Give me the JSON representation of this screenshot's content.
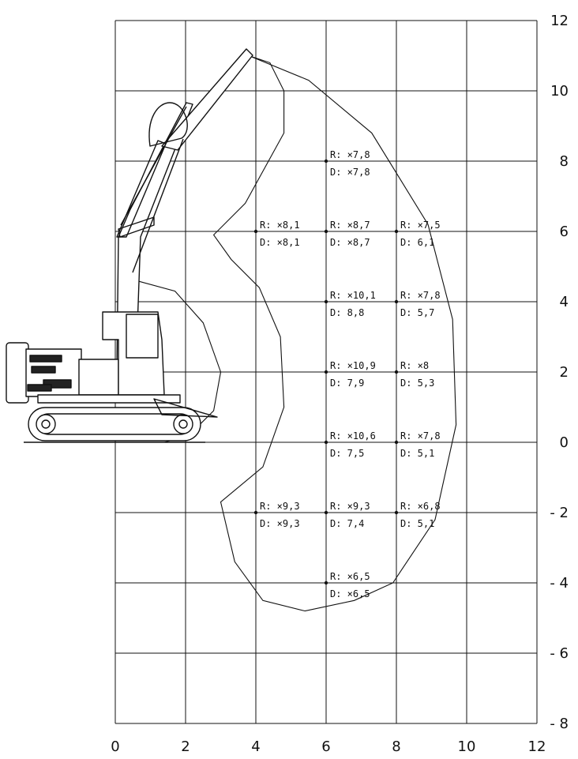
{
  "chart_data": {
    "type": "scatter",
    "title": "",
    "xlabel": "",
    "ylabel": "",
    "xlim": [
      0,
      12
    ],
    "ylim": [
      -8,
      12
    ],
    "x_ticks": [
      "0",
      "2",
      "4",
      "6",
      "8",
      "10",
      "12"
    ],
    "y_ticks": [
      "12",
      "10",
      "8",
      "6",
      "4",
      "2",
      "0",
      "- 2",
      "- 4",
      "- 6",
      "- 8"
    ],
    "grid": true,
    "points": [
      {
        "x": 6,
        "y": 8,
        "r": "R: ×7,8",
        "d": "D: ×7,8"
      },
      {
        "x": 4,
        "y": 6,
        "r": "R: ×8,1",
        "d": "D: ×8,1"
      },
      {
        "x": 6,
        "y": 6,
        "r": "R: ×8,7",
        "d": "D: ×8,7"
      },
      {
        "x": 8,
        "y": 6,
        "r": "R: ×7,5",
        "d": "D: 6,1"
      },
      {
        "x": 6,
        "y": 4,
        "r": "R: ×10,1",
        "d": "D: 8,8"
      },
      {
        "x": 8,
        "y": 4,
        "r": "R: ×7,8",
        "d": "D: 5,7"
      },
      {
        "x": 6,
        "y": 2,
        "r": "R: ×10,9",
        "d": "D: 7,9"
      },
      {
        "x": 8,
        "y": 2,
        "r": "R: ×8",
        "d": "D: 5,3"
      },
      {
        "x": 6,
        "y": 0,
        "r": "R: ×10,6",
        "d": "D: 7,5"
      },
      {
        "x": 8,
        "y": 0,
        "r": "R: ×7,8",
        "d": "D: 5,1"
      },
      {
        "x": 4,
        "y": -2,
        "r": "R: ×9,3",
        "d": "D: ×9,3"
      },
      {
        "x": 6,
        "y": -2,
        "r": "R: ×9,3",
        "d": "D: 7,4"
      },
      {
        "x": 8,
        "y": -2,
        "r": "R: ×6,8",
        "d": "D: 5,1"
      },
      {
        "x": 6,
        "y": -4,
        "r": "R: ×6,5",
        "d": "D: ×6,5"
      }
    ],
    "reach_envelope": [
      [
        3.8,
        11
      ],
      [
        5.5,
        10.3
      ],
      [
        7.3,
        8.8
      ],
      [
        8.9,
        6.2
      ],
      [
        9.6,
        3.5
      ],
      [
        9.7,
        0.5
      ],
      [
        9.1,
        -2.2
      ],
      [
        7.9,
        -4
      ],
      [
        6.8,
        -4.5
      ],
      [
        5.4,
        -4.8
      ],
      [
        4.2,
        -4.5
      ],
      [
        3.4,
        -3.4
      ],
      [
        3,
        -1.7
      ],
      [
        4.2,
        -0.7
      ],
      [
        4.8,
        1
      ],
      [
        4.7,
        3
      ],
      [
        4.1,
        4.4
      ],
      [
        3.3,
        5.2
      ],
      [
        2.8,
        5.9
      ],
      [
        3.7,
        6.8
      ],
      [
        4.8,
        8.8
      ],
      [
        4.8,
        10
      ],
      [
        4.4,
        10.8
      ],
      [
        3.8,
        11
      ]
    ],
    "inner_arc": [
      [
        0.6,
        4.6
      ],
      [
        1.7,
        4.3
      ],
      [
        2.5,
        3.4
      ],
      [
        3.0,
        2
      ],
      [
        2.8,
        0.9
      ],
      [
        2.1,
        0.2
      ],
      [
        1.4,
        0
      ]
    ]
  }
}
